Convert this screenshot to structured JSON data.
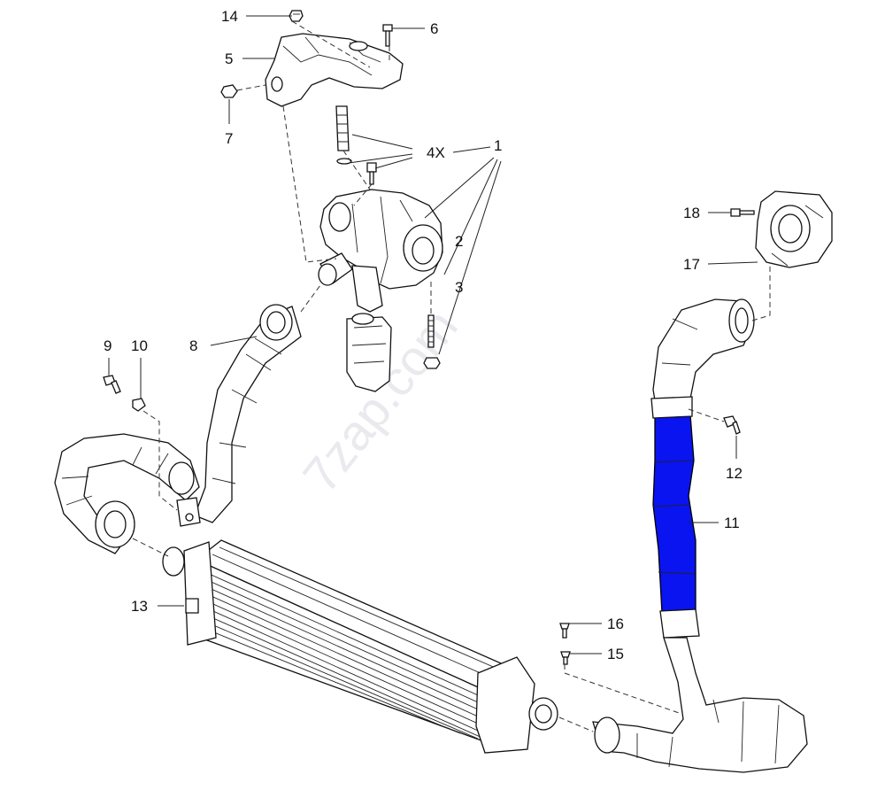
{
  "diagram": {
    "watermark": "7zap.com",
    "highlight_color": "#0a14f0",
    "callouts": [
      {
        "id": "1",
        "text": "1"
      },
      {
        "id": "2",
        "text": "2"
      },
      {
        "id": "3",
        "text": "3"
      },
      {
        "id": "4x",
        "text": "4X"
      },
      {
        "id": "5",
        "text": "5"
      },
      {
        "id": "6",
        "text": "6"
      },
      {
        "id": "7",
        "text": "7"
      },
      {
        "id": "8",
        "text": "8"
      },
      {
        "id": "9",
        "text": "9"
      },
      {
        "id": "10",
        "text": "10"
      },
      {
        "id": "11",
        "text": "11"
      },
      {
        "id": "12",
        "text": "12"
      },
      {
        "id": "13",
        "text": "13"
      },
      {
        "id": "14",
        "text": "14"
      },
      {
        "id": "15",
        "text": "15"
      },
      {
        "id": "16",
        "text": "16"
      },
      {
        "id": "17",
        "text": "17"
      },
      {
        "id": "18",
        "text": "18"
      }
    ]
  }
}
